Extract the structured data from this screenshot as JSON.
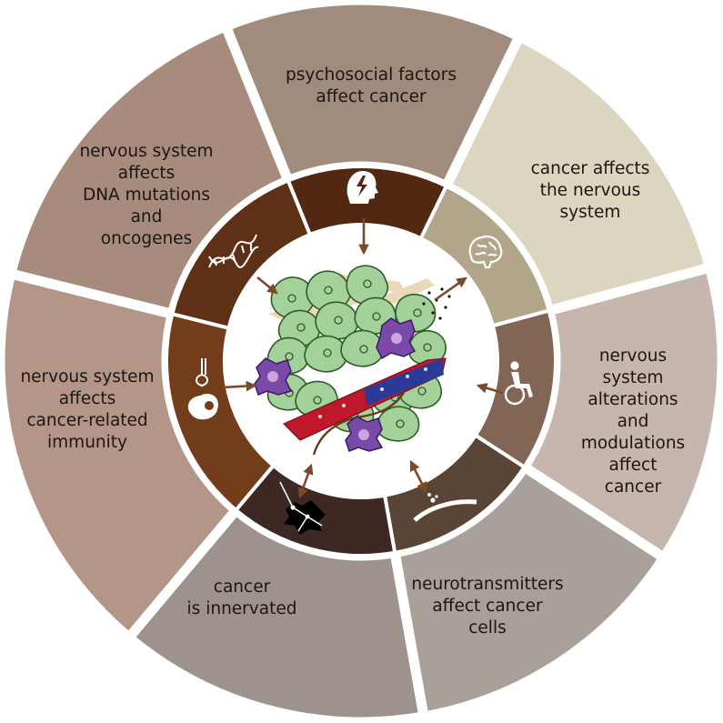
{
  "diagram": {
    "segments": [
      {
        "id": "psychosocial",
        "label": "psychosocial factors\naffect cancer",
        "outer_color": "#a18b7d",
        "inner_color": "#522910",
        "icon": "head-lightning-icon"
      },
      {
        "id": "cancer-affects-ns",
        "label": "cancer affects\nthe nervous system",
        "outer_color": "#dcd5c0",
        "inner_color": "#b2a68a",
        "icon": "brain-icon"
      },
      {
        "id": "alterations",
        "label": "nervous system\nalterations\nand modulations\naffect cancer",
        "outer_color": "#c6b6ad",
        "inner_color": "#826655",
        "icon": "wheelchair-person-icon"
      },
      {
        "id": "neurotransmitters",
        "label": "neurotransmitters\naffect cancer\ncells",
        "outer_color": "#aaa09a",
        "inner_color": "#594435",
        "icon": "synapse-release-icon"
      },
      {
        "id": "innervated",
        "label": "cancer\nis innervated",
        "outer_color": "#9d928c",
        "inner_color": "#3d2823",
        "icon": "innervated-cell-icon"
      },
      {
        "id": "immunity",
        "label": "nervous system\naffects\ncancer-related\nimmunity",
        "outer_color": "#b39687",
        "inner_color": "#733d1b",
        "icon": "nerve-immune-cell-icon"
      },
      {
        "id": "dna",
        "label": "nervous system\naffects\nDNA mutations\nand\noncogenes",
        "outer_color": "#a78b7c",
        "inner_color": "#5e3016",
        "icon": "dna-helix-icon"
      }
    ],
    "center": {
      "icon": "tumor-microenvironment-icon"
    }
  }
}
